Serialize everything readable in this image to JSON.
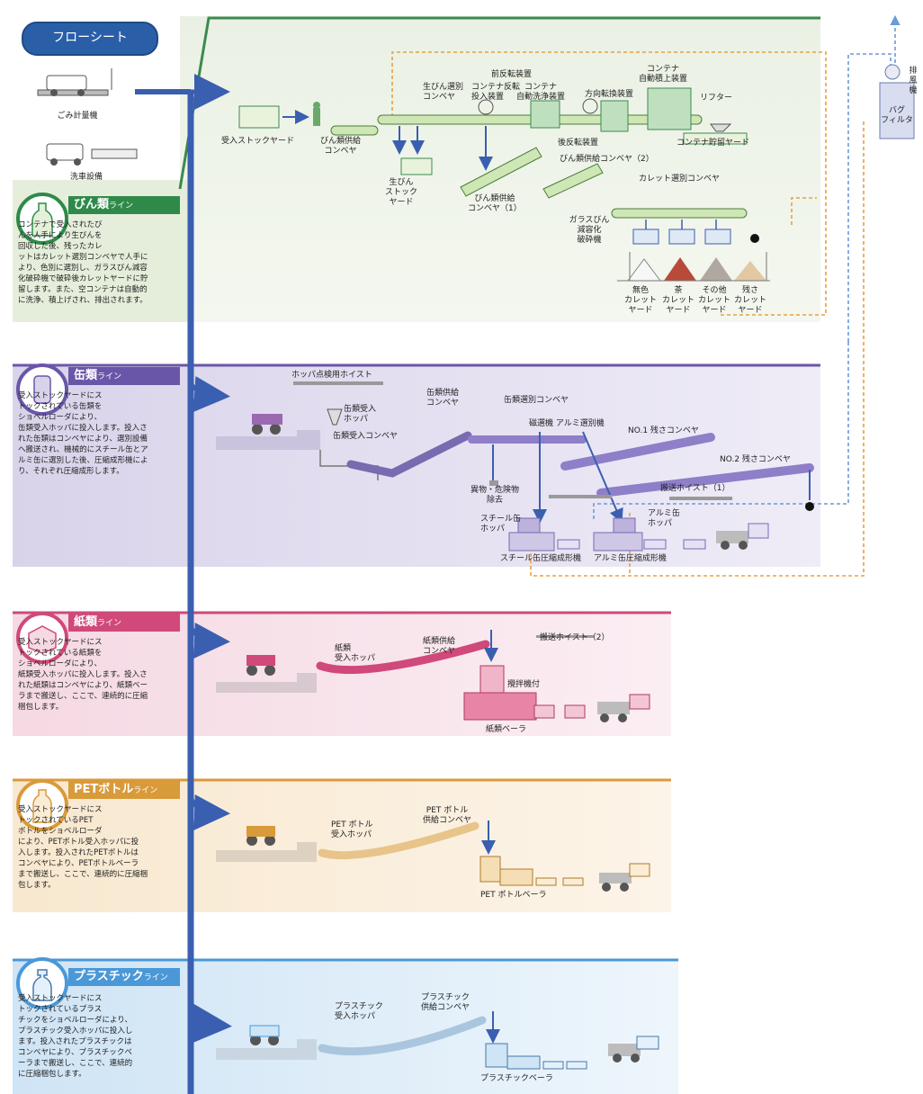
{
  "header": {
    "title": "フローシート"
  },
  "left_equipment": {
    "scale_label": "ごみ計量機",
    "wash_label": "洗車設備"
  },
  "bottle_line": {
    "title": "びん類",
    "title_suffix": "ライン",
    "description": "コンテナで受入されたび\nんを人手により生びんを\n回収した後、残ったカレ\nットはカレット選別コンベヤで人手に\nより、色別に選別し、ガラスびん減容\n化破砕機で破砕後カレットヤードに貯\n留します。また、空コンテナは自動的\nに洗浄、積上げされ、排出されます。",
    "labels": {
      "receive_yard": "受入ストックヤード",
      "bottle_feed": "びん類供給\nコンベヤ",
      "raw_select": "生びん選別\nコンベヤ",
      "container_rev": "コンテナ反転\n投入装置",
      "front_rev": "前反転装置",
      "container_wash": "コンテナ\n自動洗浄装置",
      "dir_change": "方向転換装置",
      "container_stack": "コンテナ\n自動積上装置",
      "lifter": "リフター",
      "rear_rev": "後反転装置",
      "container_yard": "コンテナ貯留ヤード",
      "raw_stock": "生びん\nストック\nヤード",
      "feed_conv1": "びん類供給\nコンベヤ（1）",
      "feed_conv2": "びん類供給コンベヤ（2）",
      "cullet_select": "カレット選別コンベヤ",
      "crusher": "ガラスびん\n減容化\n破砕機",
      "y_clear": "無色\nカレット\nヤード",
      "y_brown": "茶\nカレット\nヤード",
      "y_other": "その他\nカレット\nヤード",
      "y_residue": "残さ\nカレット\nヤード",
      "exhaust": "排\n風\n機",
      "bag_filter": "バグ\nフィルタ",
      "marker": "❶"
    }
  },
  "can_line": {
    "title": "缶類",
    "title_suffix": "ライン",
    "description": "受入ストックヤードにス\nトックされている缶類を\nショベルローダにより、\n缶類受入ホッパに投入します。投入さ\nれた缶類はコンベヤにより、選別設備\nへ搬送され、機械的にスチール缶とア\nルミ缶に選別した後、圧縮成形機によ\nり、それぞれ圧縮成形します。",
    "labels": {
      "hopper_hoist": "ホッパ点検用ホイスト",
      "can_hopper": "缶類受入\nホッパ",
      "can_feed": "缶類供給\nコンベヤ",
      "can_receive_conv": "缶類受入コンベヤ",
      "can_select_conv": "缶類選別コンベヤ",
      "magnet_alu": "磁選機  アルミ選別機",
      "no1": "NO.1 残さコンベヤ",
      "no2": "NO.2 残さコンベヤ",
      "foreign": "異物・危険物\n除去",
      "hoist1": "搬送ホイスト（1）",
      "steel_hopper": "スチール缶\nホッパ",
      "alu_hopper": "アルミ缶\nホッパ",
      "steel_press": "スチール缶圧縮成形機",
      "alu_press": "アルミ缶圧縮成形機",
      "marker": "❶"
    }
  },
  "paper_line": {
    "title": "紙類",
    "title_suffix": "ライン",
    "description": "受入ストックヤードにス\nトックされている紙類を\nショベルローダにより、\n紙類受入ホッパに投入します。投入さ\nれた紙類はコンベヤにより、紙類ベー\nラまで搬送し、ここで、連続的に圧縮\n梱包します。",
    "labels": {
      "hopper": "紙類\n受入ホッパ",
      "feed": "紙類供給\nコンベヤ",
      "hoist2": "搬送ホイスト（2）",
      "stirrer": "攪拌機付",
      "baler": "紙類ベーラ"
    }
  },
  "pet_line": {
    "title": "PETボトル",
    "title_suffix": "ライン",
    "description": "受入ストックヤードにス\nトックされているPET\nボトルをショベルローダ\nにより、PETボトル受入ホッパに投\n入します。投入されたPETボトルは\nコンベヤにより、PETボトルベーラ\nまで搬送し、ここで、連続的に圧縮梱\n包します。",
    "labels": {
      "hopper": "PET ボトル\n受入ホッパ",
      "feed": "PET ボトル\n供給コンベヤ",
      "baler": "PET ボトルベーラ"
    }
  },
  "plastic_line": {
    "title": "プラスチック",
    "title_suffix": "ライン",
    "description": "受入ストックヤードにス\nトックされているプラス\nチックをショベルローダにより、\nプラスチック受入ホッパに投入し\nます。投入されたプラスチックは\nコンベヤにより、プラスチックベ\nーラまで搬送し、ここで、連続的\nに圧縮梱包します。",
    "labels": {
      "hopper": "プラスチック\n受入ホッパ",
      "feed": "プラスチック\n供給コンベヤ",
      "baler": "プラスチックベーラ"
    }
  },
  "colors": {
    "green": "#2f8a4a",
    "purple": "#6a56a8",
    "pink": "#d0497a",
    "orange": "#d99a3a",
    "blue": "#4a98d8",
    "flow_blue": "#3a5fb0"
  }
}
